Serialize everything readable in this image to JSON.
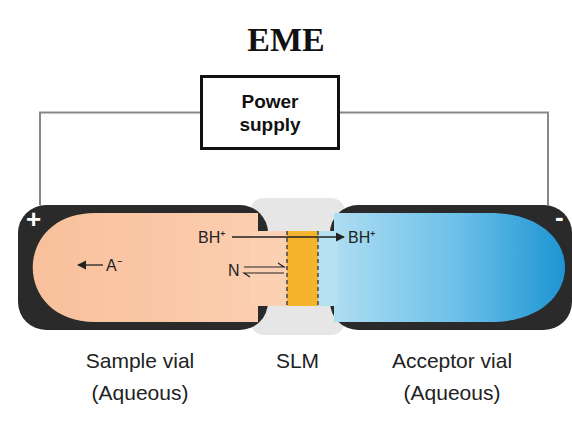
{
  "diagram": {
    "title": "EME",
    "nodes": [
      {
        "text": [
          "Power supply"
        ]
      },
      {
        "text": [
          "BH⁺",
          "A⁻",
          "N",
          "Sample vial (Aqueous)"
        ]
      },
      {
        "text": [
          "SLM"
        ]
      },
      {
        "text": [
          "BH⁺",
          "Acceptor vial (Aqueous)"
        ]
      }
    ],
    "edges": [
      {
        "from": 0,
        "to": 1,
        "arrow": "none"
      },
      {
        "from": 0,
        "to": 3,
        "arrow": "none"
      }
    ],
    "labels": [
      "+",
      "-"
    ]
  }
}
